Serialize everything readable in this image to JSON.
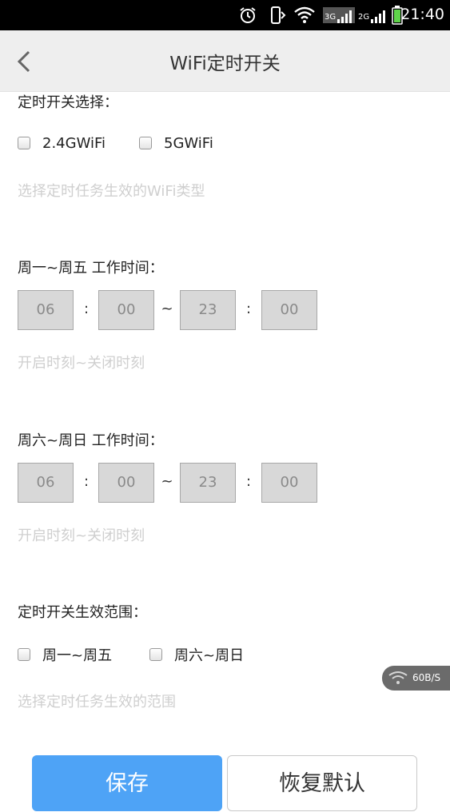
{
  "status_bar": {
    "network_3g": "3G",
    "network_2g": "2G",
    "time": "21:40"
  },
  "header": {
    "title": "WiFi定时开关",
    "back_icon": "chevron-left-icon"
  },
  "wifi_select": {
    "label": "定时开关选择：",
    "options": [
      "2.4GWiFi",
      "5GWiFi"
    ],
    "hint": "选择定时任务生效的WiFi类型"
  },
  "weekday": {
    "label": "周一~周五 工作时间：",
    "start_hour": "06",
    "start_min": "00",
    "end_hour": "23",
    "end_min": "00",
    "colon": ":",
    "tilde": "~",
    "hint": "开启时刻~关闭时刻"
  },
  "weekend": {
    "label": "周六~周日 工作时间：",
    "start_hour": "06",
    "start_min": "00",
    "end_hour": "23",
    "end_min": "00",
    "colon": ":",
    "tilde": "~",
    "hint": "开启时刻~关闭时刻"
  },
  "range": {
    "label": "定时开关生效范围：",
    "options": [
      "周一~周五",
      "周六~周日"
    ],
    "hint": "选择定时任务生效的范围"
  },
  "speed_widget": {
    "speed": "60B/S"
  },
  "buttons": {
    "save": "保存",
    "reset": "恢复默认"
  },
  "colors": {
    "primary": "#4ea3f6",
    "header_bg": "#eeeeee",
    "hint": "#cfcfcf",
    "time_box_bg": "#d8d8d8"
  }
}
